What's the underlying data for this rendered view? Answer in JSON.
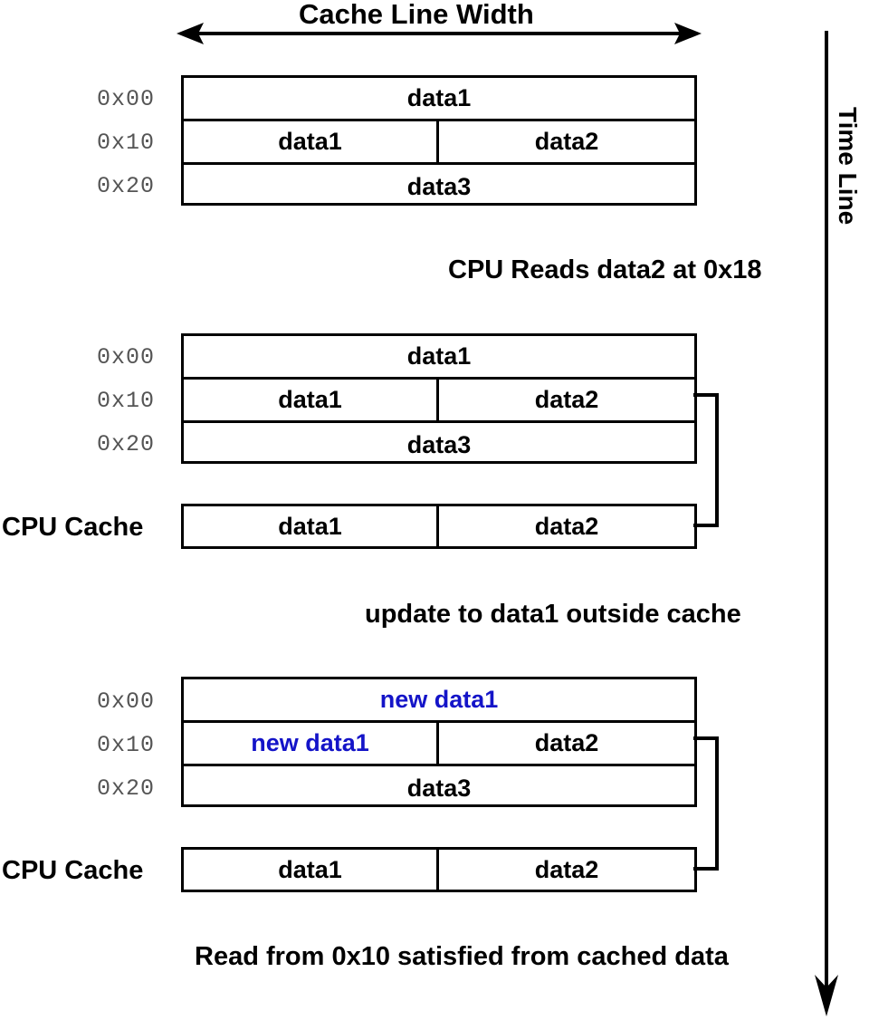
{
  "figure": {
    "title": "Cache Line Width",
    "timeline_label": "Time Line",
    "accent_blue": "#1414c8",
    "line_color": "#000000",
    "background": "#ffffff"
  },
  "addresses": {
    "a0": "0x00",
    "a1": "0x10",
    "a2": "0x20"
  },
  "labels": {
    "cpu_cache": "CPU Cache"
  },
  "stage1": {
    "rows": [
      {
        "address": "0x00",
        "cells": [
          {
            "text": "data1",
            "span": "full",
            "color": "black"
          }
        ]
      },
      {
        "address": "0x10",
        "cells": [
          {
            "text": "data1",
            "span": "half",
            "color": "black"
          },
          {
            "text": "data2",
            "span": "half",
            "color": "black"
          }
        ]
      },
      {
        "address": "0x20",
        "cells": [
          {
            "text": "data3",
            "span": "full",
            "color": "black"
          }
        ]
      }
    ],
    "caption": "CPU Reads data2 at 0x18"
  },
  "stage2": {
    "rows": [
      {
        "address": "0x00",
        "cells": [
          {
            "text": "data1",
            "span": "full",
            "color": "black"
          }
        ]
      },
      {
        "address": "0x10",
        "cells": [
          {
            "text": "data1",
            "span": "half",
            "color": "black"
          },
          {
            "text": "data2",
            "span": "half",
            "color": "black"
          }
        ]
      },
      {
        "address": "0x20",
        "cells": [
          {
            "text": "data3",
            "span": "full",
            "color": "black"
          }
        ]
      }
    ],
    "cache": {
      "label": "CPU Cache",
      "cells": [
        {
          "text": "data1",
          "color": "black"
        },
        {
          "text": "data2",
          "color": "black"
        }
      ]
    },
    "caption": "update to data1 outside cache"
  },
  "stage3": {
    "rows": [
      {
        "address": "0x00",
        "cells": [
          {
            "text": "new data1",
            "span": "full",
            "color": "blue"
          }
        ]
      },
      {
        "address": "0x10",
        "cells": [
          {
            "text": "new data1",
            "span": "half",
            "color": "blue"
          },
          {
            "text": "data2",
            "span": "half",
            "color": "black"
          }
        ]
      },
      {
        "address": "0x20",
        "cells": [
          {
            "text": "data3",
            "span": "full",
            "color": "black"
          }
        ]
      }
    ],
    "cache": {
      "label": "CPU Cache",
      "cells": [
        {
          "text": "data1",
          "color": "black"
        },
        {
          "text": "data2",
          "color": "black"
        }
      ]
    },
    "caption": "Read from 0x10 satisfied from cached data"
  }
}
